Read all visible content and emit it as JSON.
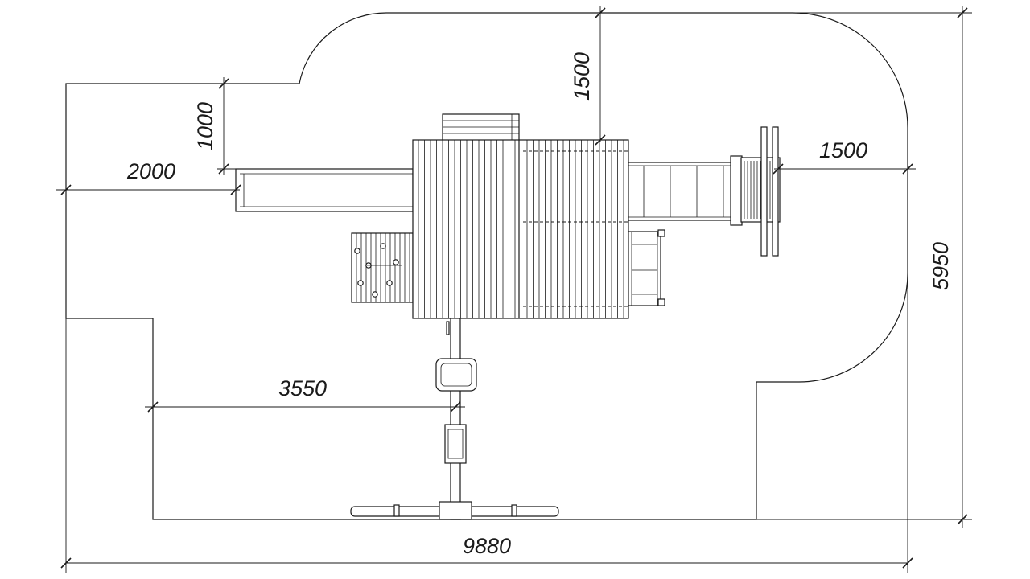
{
  "dimensions": {
    "total_width": "9880",
    "total_height": "5950",
    "slide_length": "2000",
    "slide_offset": "1000",
    "top_clearance": "1500",
    "right_clearance": "1500",
    "swing_clearance": "3550"
  }
}
